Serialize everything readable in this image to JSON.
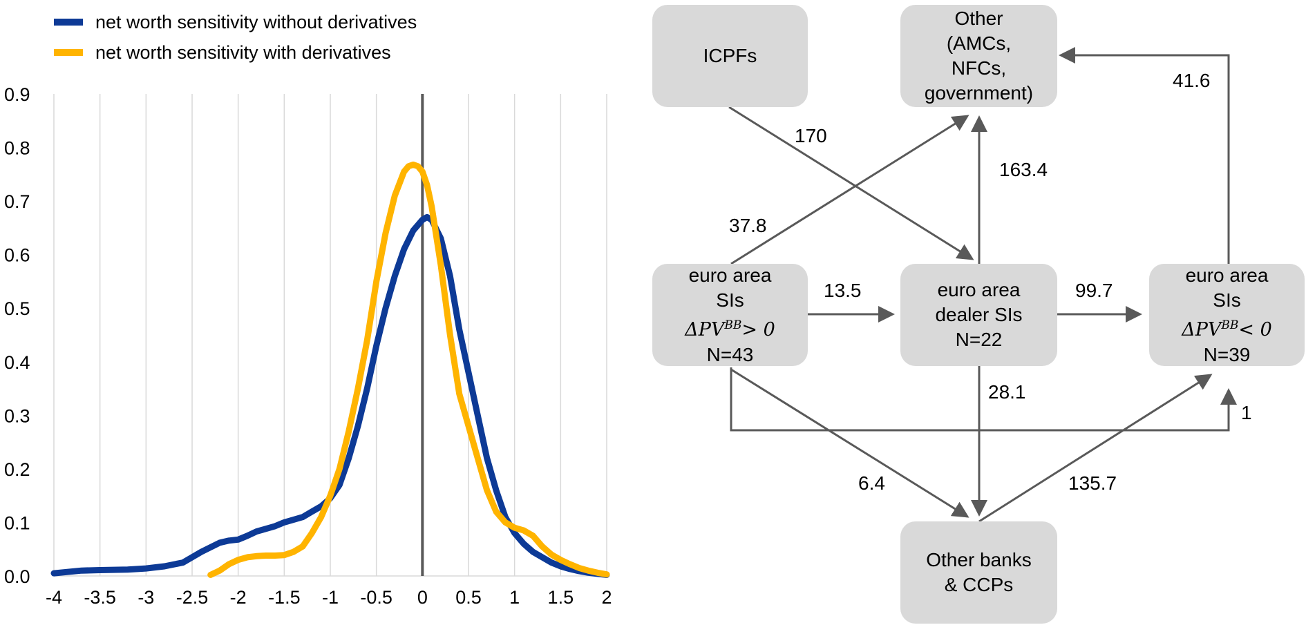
{
  "chart_data": {
    "type": "line",
    "xlim": [
      -4,
      2
    ],
    "ylim": [
      0,
      0.9
    ],
    "x_ticks": [
      "-4",
      "-3.5",
      "-3",
      "-2.5",
      "-2",
      "-1.5",
      "-1",
      "-0.5",
      "0",
      "0.5",
      "1",
      "1.5",
      "2"
    ],
    "y_ticks": [
      "0.0",
      "0.1",
      "0.2",
      "0.3",
      "0.4",
      "0.5",
      "0.6",
      "0.7",
      "0.8",
      "0.9"
    ],
    "vertical_line_x": 0,
    "grid": "vertical",
    "legend_position": "top-left",
    "series": [
      {
        "name": "net worth sensitivity without derivatives",
        "color": "#0d3a96",
        "x": [
          -4,
          -3.7,
          -3.5,
          -3.2,
          -3,
          -2.8,
          -2.6,
          -2.4,
          -2.2,
          -2.1,
          -2.0,
          -1.9,
          -1.8,
          -1.6,
          -1.5,
          -1.4,
          -1.3,
          -1.2,
          -1.1,
          -1.0,
          -0.9,
          -0.8,
          -0.7,
          -0.6,
          -0.5,
          -0.4,
          -0.3,
          -0.2,
          -0.1,
          0.0,
          0.05,
          0.1,
          0.2,
          0.3,
          0.4,
          0.5,
          0.6,
          0.7,
          0.8,
          0.9,
          1.0,
          1.1,
          1.2,
          1.3,
          1.4,
          1.5,
          1.6,
          1.7,
          1.8,
          1.9,
          2.0
        ],
        "y": [
          0.005,
          0.01,
          0.011,
          0.012,
          0.014,
          0.018,
          0.025,
          0.045,
          0.062,
          0.066,
          0.068,
          0.075,
          0.083,
          0.093,
          0.1,
          0.105,
          0.11,
          0.12,
          0.13,
          0.145,
          0.17,
          0.22,
          0.28,
          0.35,
          0.43,
          0.5,
          0.56,
          0.61,
          0.645,
          0.665,
          0.67,
          0.665,
          0.63,
          0.56,
          0.46,
          0.38,
          0.3,
          0.22,
          0.16,
          0.11,
          0.08,
          0.06,
          0.045,
          0.035,
          0.025,
          0.018,
          0.013,
          0.009,
          0.006,
          0.004,
          0.002
        ]
      },
      {
        "name": "net worth sensitivity with derivatives",
        "color": "#ffb400",
        "x": [
          -2.3,
          -2.2,
          -2.1,
          -2.0,
          -1.9,
          -1.8,
          -1.7,
          -1.6,
          -1.5,
          -1.4,
          -1.3,
          -1.2,
          -1.1,
          -1.0,
          -0.9,
          -0.8,
          -0.7,
          -0.6,
          -0.5,
          -0.4,
          -0.3,
          -0.2,
          -0.15,
          -0.1,
          -0.05,
          0.0,
          0.05,
          0.1,
          0.2,
          0.3,
          0.4,
          0.5,
          0.6,
          0.7,
          0.8,
          0.9,
          1.0,
          1.1,
          1.2,
          1.3,
          1.4,
          1.5,
          1.6,
          1.7,
          1.8,
          1.9,
          2.0
        ],
        "y": [
          0.002,
          0.01,
          0.022,
          0.03,
          0.035,
          0.037,
          0.038,
          0.038,
          0.039,
          0.045,
          0.055,
          0.08,
          0.11,
          0.15,
          0.2,
          0.27,
          0.35,
          0.44,
          0.55,
          0.64,
          0.71,
          0.755,
          0.765,
          0.768,
          0.765,
          0.755,
          0.73,
          0.69,
          0.58,
          0.45,
          0.34,
          0.28,
          0.22,
          0.16,
          0.12,
          0.1,
          0.09,
          0.085,
          0.075,
          0.055,
          0.04,
          0.03,
          0.022,
          0.015,
          0.01,
          0.006,
          0.003
        ]
      }
    ]
  },
  "flow_diagram": {
    "node_color": "#d9d9d9",
    "nodes": {
      "icpfs": {
        "lines": [
          "ICPFs"
        ]
      },
      "other": {
        "lines": [
          "Other",
          "(AMCs,",
          "NFCs,",
          "government)"
        ]
      },
      "si_pos": {
        "line1": "euro area",
        "line2": "SIs",
        "math_base": "ΔPV",
        "math_sup": "BB",
        "math_rel": "> 0",
        "count": "N=43"
      },
      "dealer": {
        "lines": [
          "euro area",
          "dealer SIs",
          "N=22"
        ]
      },
      "si_neg": {
        "line1": "euro area",
        "line2": "SIs",
        "math_base": "ΔPV",
        "math_sup": "BB",
        "math_rel": "< 0",
        "count": "N=39"
      },
      "other_banks": {
        "lines": [
          "Other banks",
          "& CCPs"
        ]
      }
    },
    "flows": {
      "icpfs_to_dealer": "170",
      "dealer_to_other": "163.4",
      "si_pos_to_other": "37.8",
      "si_neg_to_other": "41.6",
      "si_pos_to_dealer": "13.5",
      "dealer_to_si_neg": "99.7",
      "dealer_to_other_banks": "28.1",
      "si_pos_to_other_banks": "6.4",
      "other_banks_to_si_neg": "135.7",
      "si_pos_to_si_neg": "1"
    }
  }
}
